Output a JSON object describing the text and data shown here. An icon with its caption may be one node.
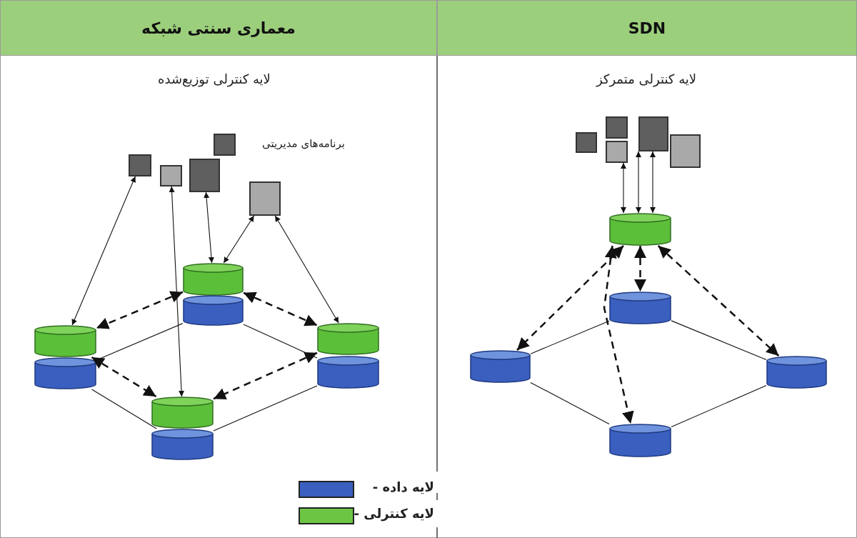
{
  "diagram": {
    "nodes": [
      {
        "text": [
          "معماری سنتی شبکه"
        ]
      },
      {
        "text": [
          "SDN"
        ]
      },
      {
        "text": [],
        "shape": "box"
      },
      {
        "text": [],
        "shape": "box"
      },
      {
        "text": [],
        "shape": "box"
      },
      {
        "text": [],
        "shape": "box"
      },
      {
        "text": [],
        "shape": "box"
      },
      {
        "text": [],
        "shape": "cylinder"
      },
      {
        "text": [],
        "shape": "cylinder"
      },
      {
        "text": [],
        "shape": "cylinder"
      },
      {
        "text": [],
        "shape": "cylinder"
      },
      {
        "text": [],
        "shape": "cylinder"
      },
      {
        "text": [],
        "shape": "cylinder"
      },
      {
        "text": [],
        "shape": "cylinder"
      },
      {
        "text": [],
        "shape": "cylinder"
      },
      {
        "text": [],
        "shape": "box"
      },
      {
        "text": [],
        "shape": "box"
      },
      {
        "text": [],
        "shape": "box"
      },
      {
        "text": [],
        "shape": "box"
      },
      {
        "text": [],
        "shape": "box"
      },
      {
        "text": [],
        "shape": "cylinder"
      },
      {
        "text": [],
        "shape": "cylinder"
      },
      {
        "text": [],
        "shape": "cylinder"
      },
      {
        "text": [],
        "shape": "cylinder"
      },
      {
        "text": [],
        "shape": "cylinder"
      }
    ],
    "edges": [
      {
        "from": 2,
        "to": 9,
        "arrow": "both"
      },
      {
        "from": 3,
        "to": 13,
        "arrow": "both"
      },
      {
        "from": 4,
        "to": 7,
        "arrow": "both"
      },
      {
        "from": 6,
        "to": 7,
        "arrow": "both"
      },
      {
        "from": 6,
        "to": 11,
        "arrow": "both"
      },
      {
        "from": 7,
        "to": 9,
        "arrow": "both",
        "style": "dashed"
      },
      {
        "from": 7,
        "to": 11,
        "arrow": "both",
        "style": "dashed"
      },
      {
        "from": 9,
        "to": 13,
        "arrow": "both",
        "style": "dashed"
      },
      {
        "from": 11,
        "to": 13,
        "arrow": "both",
        "style": "dashed"
      },
      {
        "from": 10,
        "to": 8,
        "arrow": "none"
      },
      {
        "from": 8,
        "to": 12,
        "arrow": "none"
      },
      {
        "from": 10,
        "to": 14,
        "arrow": "none"
      },
      {
        "from": 12,
        "to": 14,
        "arrow": "none"
      },
      {
        "from": 20,
        "to": 17,
        "arrow": "both"
      },
      {
        "from": 20,
        "to": 18,
        "arrow": "both"
      },
      {
        "from": 20,
        "to": 18,
        "arrow": "both"
      },
      {
        "from": 20,
        "to": 22,
        "arrow": "both",
        "style": "dashed"
      },
      {
        "from": 20,
        "to": 21,
        "arrow": "both",
        "style": "dashed"
      },
      {
        "from": 20,
        "to": 24,
        "arrow": "both",
        "style": "dashed"
      },
      {
        "from": 20,
        "to": 23,
        "arrow": "both",
        "style": "dashed"
      },
      {
        "from": 21,
        "to": 22,
        "arrow": "none"
      },
      {
        "from": 21,
        "to": 23,
        "arrow": "none"
      },
      {
        "from": 22,
        "to": 24,
        "arrow": "none"
      },
      {
        "from": 23,
        "to": 24,
        "arrow": "none"
      }
    ],
    "labels": [
      "لایه کنترلی توزیع‌شده",
      "لایه کنترلی متمرکز",
      "برنامه‌های مدیریتی"
    ],
    "legend": [
      {
        "text": "لایه داده -",
        "color": "#3a5fbf"
      },
      {
        "text": "لایه کنترلی -",
        "color": "#6cc644"
      }
    ]
  }
}
